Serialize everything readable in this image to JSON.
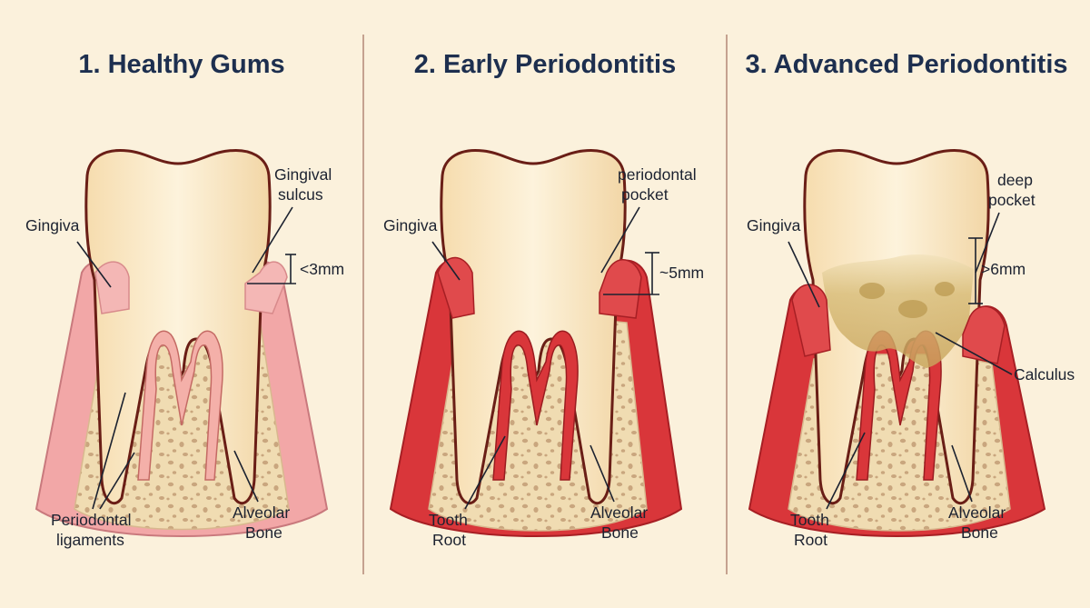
{
  "panels": [
    {
      "title": "1. Healthy Gums",
      "labels": {
        "gingiva": "Gingiva",
        "sulcus_line1": "Gingival",
        "sulcus_line2": "sulcus",
        "depth": "<3mm",
        "ligaments_line1": "Periodontal",
        "ligaments_line2": "ligaments",
        "bone_line1": "Alveolar",
        "bone_line2": "Bone"
      }
    },
    {
      "title": "2. Early Periodontitis",
      "labels": {
        "gingiva": "Gingiva",
        "pocket_line1": "periodontal",
        "pocket_line2": "pocket",
        "depth": "~5mm",
        "root_line1": "Tooth",
        "root_line2": "Root",
        "bone_line1": "Alveolar",
        "bone_line2": "Bone"
      }
    },
    {
      "title": "3. Advanced Periodontitis",
      "labels": {
        "gingiva": "Gingiva",
        "pocket_line1": "deep",
        "pocket_line2": "pocket",
        "depth": ">6mm",
        "calculus": "Calculus",
        "root_line1": "Tooth",
        "root_line2": "Root",
        "bone_line1": "Alveolar",
        "bone_line2": "Bone"
      }
    }
  ],
  "colors": {
    "background": "#fbf1dc",
    "title": "#1d2f4f",
    "healthy_gum": "#f2a7a7",
    "inflamed_gum": "#d9363a",
    "bone": "#f0dcb2",
    "bone_spots": "#c9a67e",
    "enamel": "#fbecc9",
    "calculus": "#c9a85c",
    "outline": "#6a1e16"
  }
}
